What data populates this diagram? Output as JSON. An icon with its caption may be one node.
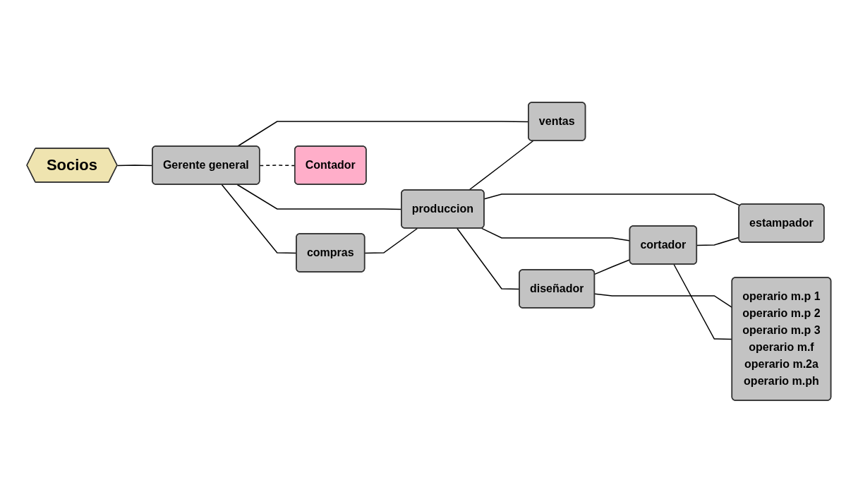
{
  "diagram": {
    "nodes": [
      {
        "text": [
          "Socios"
        ]
      },
      {
        "text": [
          "Gerente general"
        ]
      },
      {
        "text": [
          "compras"
        ]
      },
      {
        "text": [
          "produccion"
        ]
      },
      {
        "text": [
          "ventas"
        ]
      },
      {
        "text": [
          "Contador"
        ]
      },
      {
        "text": [
          "diseñador"
        ]
      },
      {
        "text": [
          "cortador"
        ]
      },
      {
        "text": [
          "estampador"
        ]
      },
      {
        "text": [
          "operario m.p 1",
          "operario m.p 2",
          "operario m.p 3",
          "operario m.f",
          "operario m.2a",
          "operario m.ph"
        ]
      }
    ],
    "edges": [
      {
        "from": 0,
        "to": 1,
        "arrow": "none"
      },
      {
        "from": 1,
        "to": 2,
        "arrow": "none"
      },
      {
        "from": 1,
        "to": 3,
        "arrow": "none"
      },
      {
        "from": 1,
        "to": 4,
        "arrow": "none"
      },
      {
        "from": 1,
        "to": 5,
        "arrow": "none",
        "style": "dashed"
      },
      {
        "from": 2,
        "to": 3,
        "arrow": "none"
      },
      {
        "from": 3,
        "to": 4,
        "arrow": "none"
      },
      {
        "from": 3,
        "to": 6,
        "arrow": "none"
      },
      {
        "from": 3,
        "to": 7,
        "arrow": "none"
      },
      {
        "from": 3,
        "to": 8,
        "arrow": "none"
      },
      {
        "from": 6,
        "to": 7,
        "arrow": "none"
      },
      {
        "from": 7,
        "to": 8,
        "arrow": "none"
      },
      {
        "from": 6,
        "to": 9,
        "arrow": "none"
      },
      {
        "from": 7,
        "to": 9,
        "arrow": "none"
      }
    ]
  }
}
